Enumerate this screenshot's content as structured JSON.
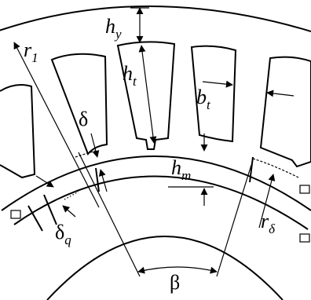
{
  "labels": {
    "h_y": {
      "main": "h",
      "sub": "y"
    },
    "h_t": {
      "main": "h",
      "sub": "t"
    },
    "b_t": {
      "main": "b",
      "sub": "t"
    },
    "r_1": {
      "main": "r",
      "sub": "1"
    },
    "delta": {
      "main": "δ"
    },
    "h_m": {
      "main": "h",
      "sub": "m"
    },
    "r_delta": {
      "main": "r",
      "sub": "δ"
    },
    "delta_q": {
      "main": "δ",
      "sub": "q"
    },
    "beta": {
      "main": "β"
    }
  }
}
